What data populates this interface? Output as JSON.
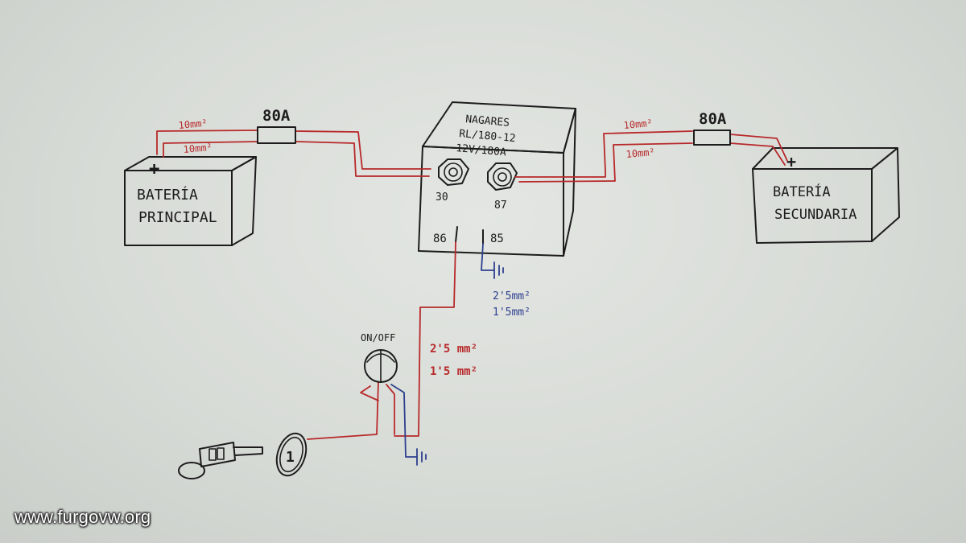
{
  "main_battery": {
    "plus": "+",
    "line1": "BATERÍA",
    "line2": "PRINCIPAL"
  },
  "secondary_battery": {
    "plus": "+",
    "line1": "BATERÍA",
    "line2": "SECUNDARIA"
  },
  "relay": {
    "line1": "NAGARES",
    "line2": "RL/180-12",
    "line3": "12V/180A",
    "terminal_30": "30",
    "terminal_87": "87",
    "terminal_86": "86",
    "terminal_85": "85"
  },
  "left_fuse": {
    "rating": "80A",
    "wire_top": "10mm²",
    "wire_bottom": "10mm²"
  },
  "right_fuse": {
    "rating": "80A",
    "wire_top": "10mm²",
    "wire_bottom": "10mm²"
  },
  "ground_wire": {
    "size1": "2'5mm²",
    "size2": "1'5mm²"
  },
  "switch_wire": {
    "size1": "2'5 mm²",
    "size2": "1'5 mm²"
  },
  "switch": {
    "label": "ON/OFF"
  },
  "ignition": {
    "label": "1"
  },
  "watermark": "www.furgovw.org",
  "colors": {
    "positive_wire": "#b8282a",
    "ground_wire": "#2d3f8e",
    "ink": "#1c1c1c"
  }
}
